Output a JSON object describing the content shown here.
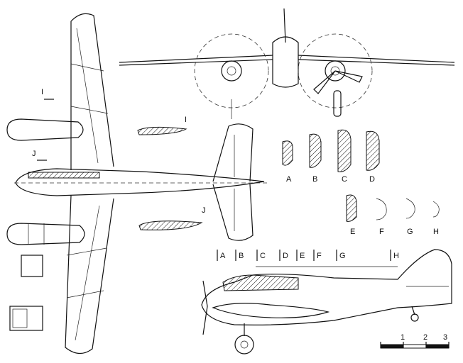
{
  "section_labels": {
    "row1": [
      "A",
      "B",
      "C",
      "D"
    ],
    "row2": [
      "E",
      "F",
      "G",
      "H"
    ]
  },
  "station_labels": [
    "A",
    "B",
    "C",
    "D",
    "E",
    "F",
    "G",
    "H"
  ],
  "plan_labels": {
    "i": "I",
    "j": "J"
  },
  "airfoil_labels": {
    "i": "I",
    "j": "J"
  },
  "scale_labels": [
    "1",
    "2",
    "3"
  ]
}
